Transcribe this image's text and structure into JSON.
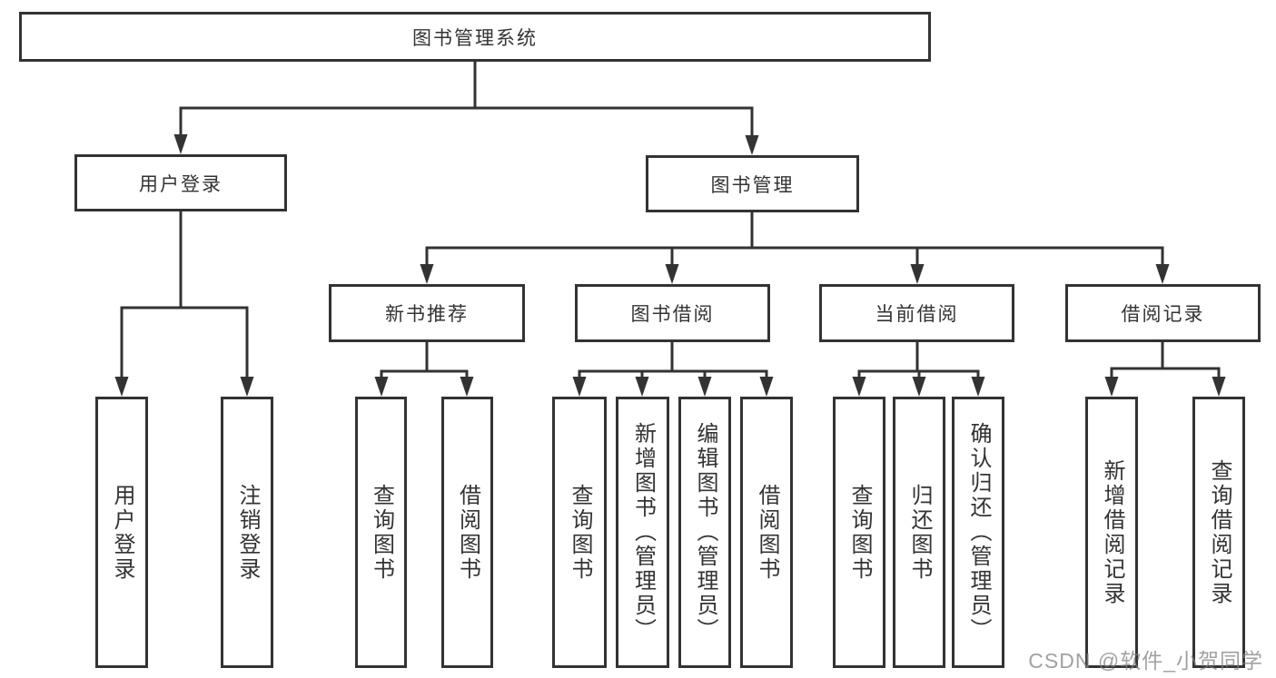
{
  "colors": {
    "line": "#333333",
    "text": "#333333",
    "watermark": "#a8a8a8",
    "background": "#ffffff"
  },
  "watermark": {
    "text": "CSDN @软件_小贺同学"
  },
  "tree": {
    "label": "图书管理系统",
    "children": [
      {
        "label": "用户登录",
        "children": [
          {
            "label": "用户登录"
          },
          {
            "label": "注销登录"
          }
        ]
      },
      {
        "label": "图书管理",
        "children": [
          {
            "label": "新书推荐",
            "children": [
              {
                "label": "查询图书"
              },
              {
                "label": "借阅图书"
              }
            ]
          },
          {
            "label": "图书借阅",
            "children": [
              {
                "label": "查询图书"
              },
              {
                "label": "新增图书（管理员）"
              },
              {
                "label": "编辑图书（管理员）"
              },
              {
                "label": "借阅图书"
              }
            ]
          },
          {
            "label": "当前借阅",
            "children": [
              {
                "label": "查询图书"
              },
              {
                "label": "归还图书"
              },
              {
                "label": "确认归还（管理员）"
              }
            ]
          },
          {
            "label": "借阅记录",
            "children": [
              {
                "label": "新增借阅记录"
              },
              {
                "label": "查询借阅记录"
              }
            ]
          }
        ]
      }
    ]
  }
}
